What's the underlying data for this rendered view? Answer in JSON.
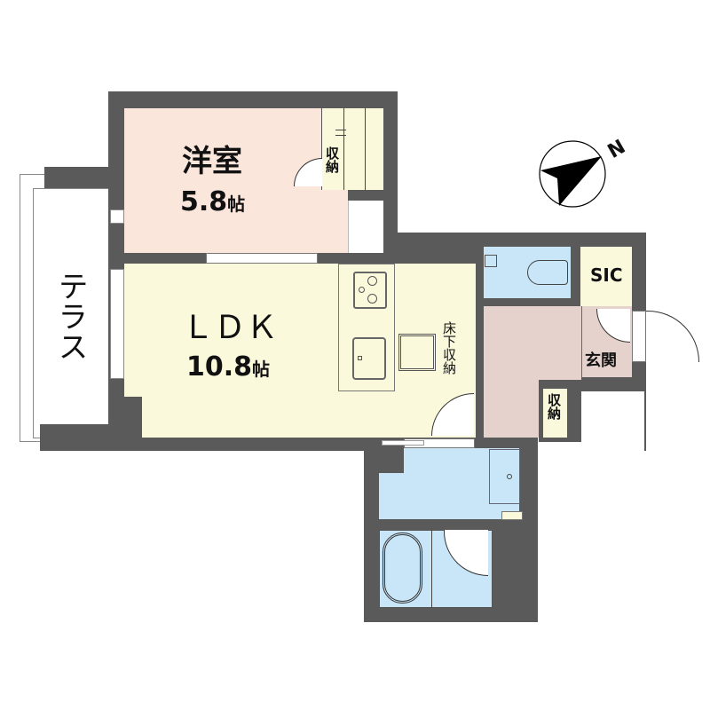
{
  "floor_plan": {
    "rooms": {
      "western_room": {
        "name": "洋室",
        "size": "5.8",
        "unit": "帖"
      },
      "ldk": {
        "name": "ＬＤＫ",
        "size": "10.8",
        "unit": "帖"
      },
      "terrace": {
        "name": "テラス"
      },
      "closet_western": {
        "name": "収納"
      },
      "underfloor_storage": {
        "name": "床下収納"
      },
      "sic": {
        "name": "SIC"
      },
      "entrance": {
        "name": "玄関"
      },
      "closet_hall": {
        "name": "収納"
      }
    },
    "compass": {
      "label": "N",
      "icon": "north-arrow-icon"
    },
    "colors": {
      "wall": "#5a5a5a",
      "western_room": "#fbe6dc",
      "ldk": "#fbf9dc",
      "wet_area": "#c8e6f8",
      "hall": "#e6d2cc"
    }
  }
}
